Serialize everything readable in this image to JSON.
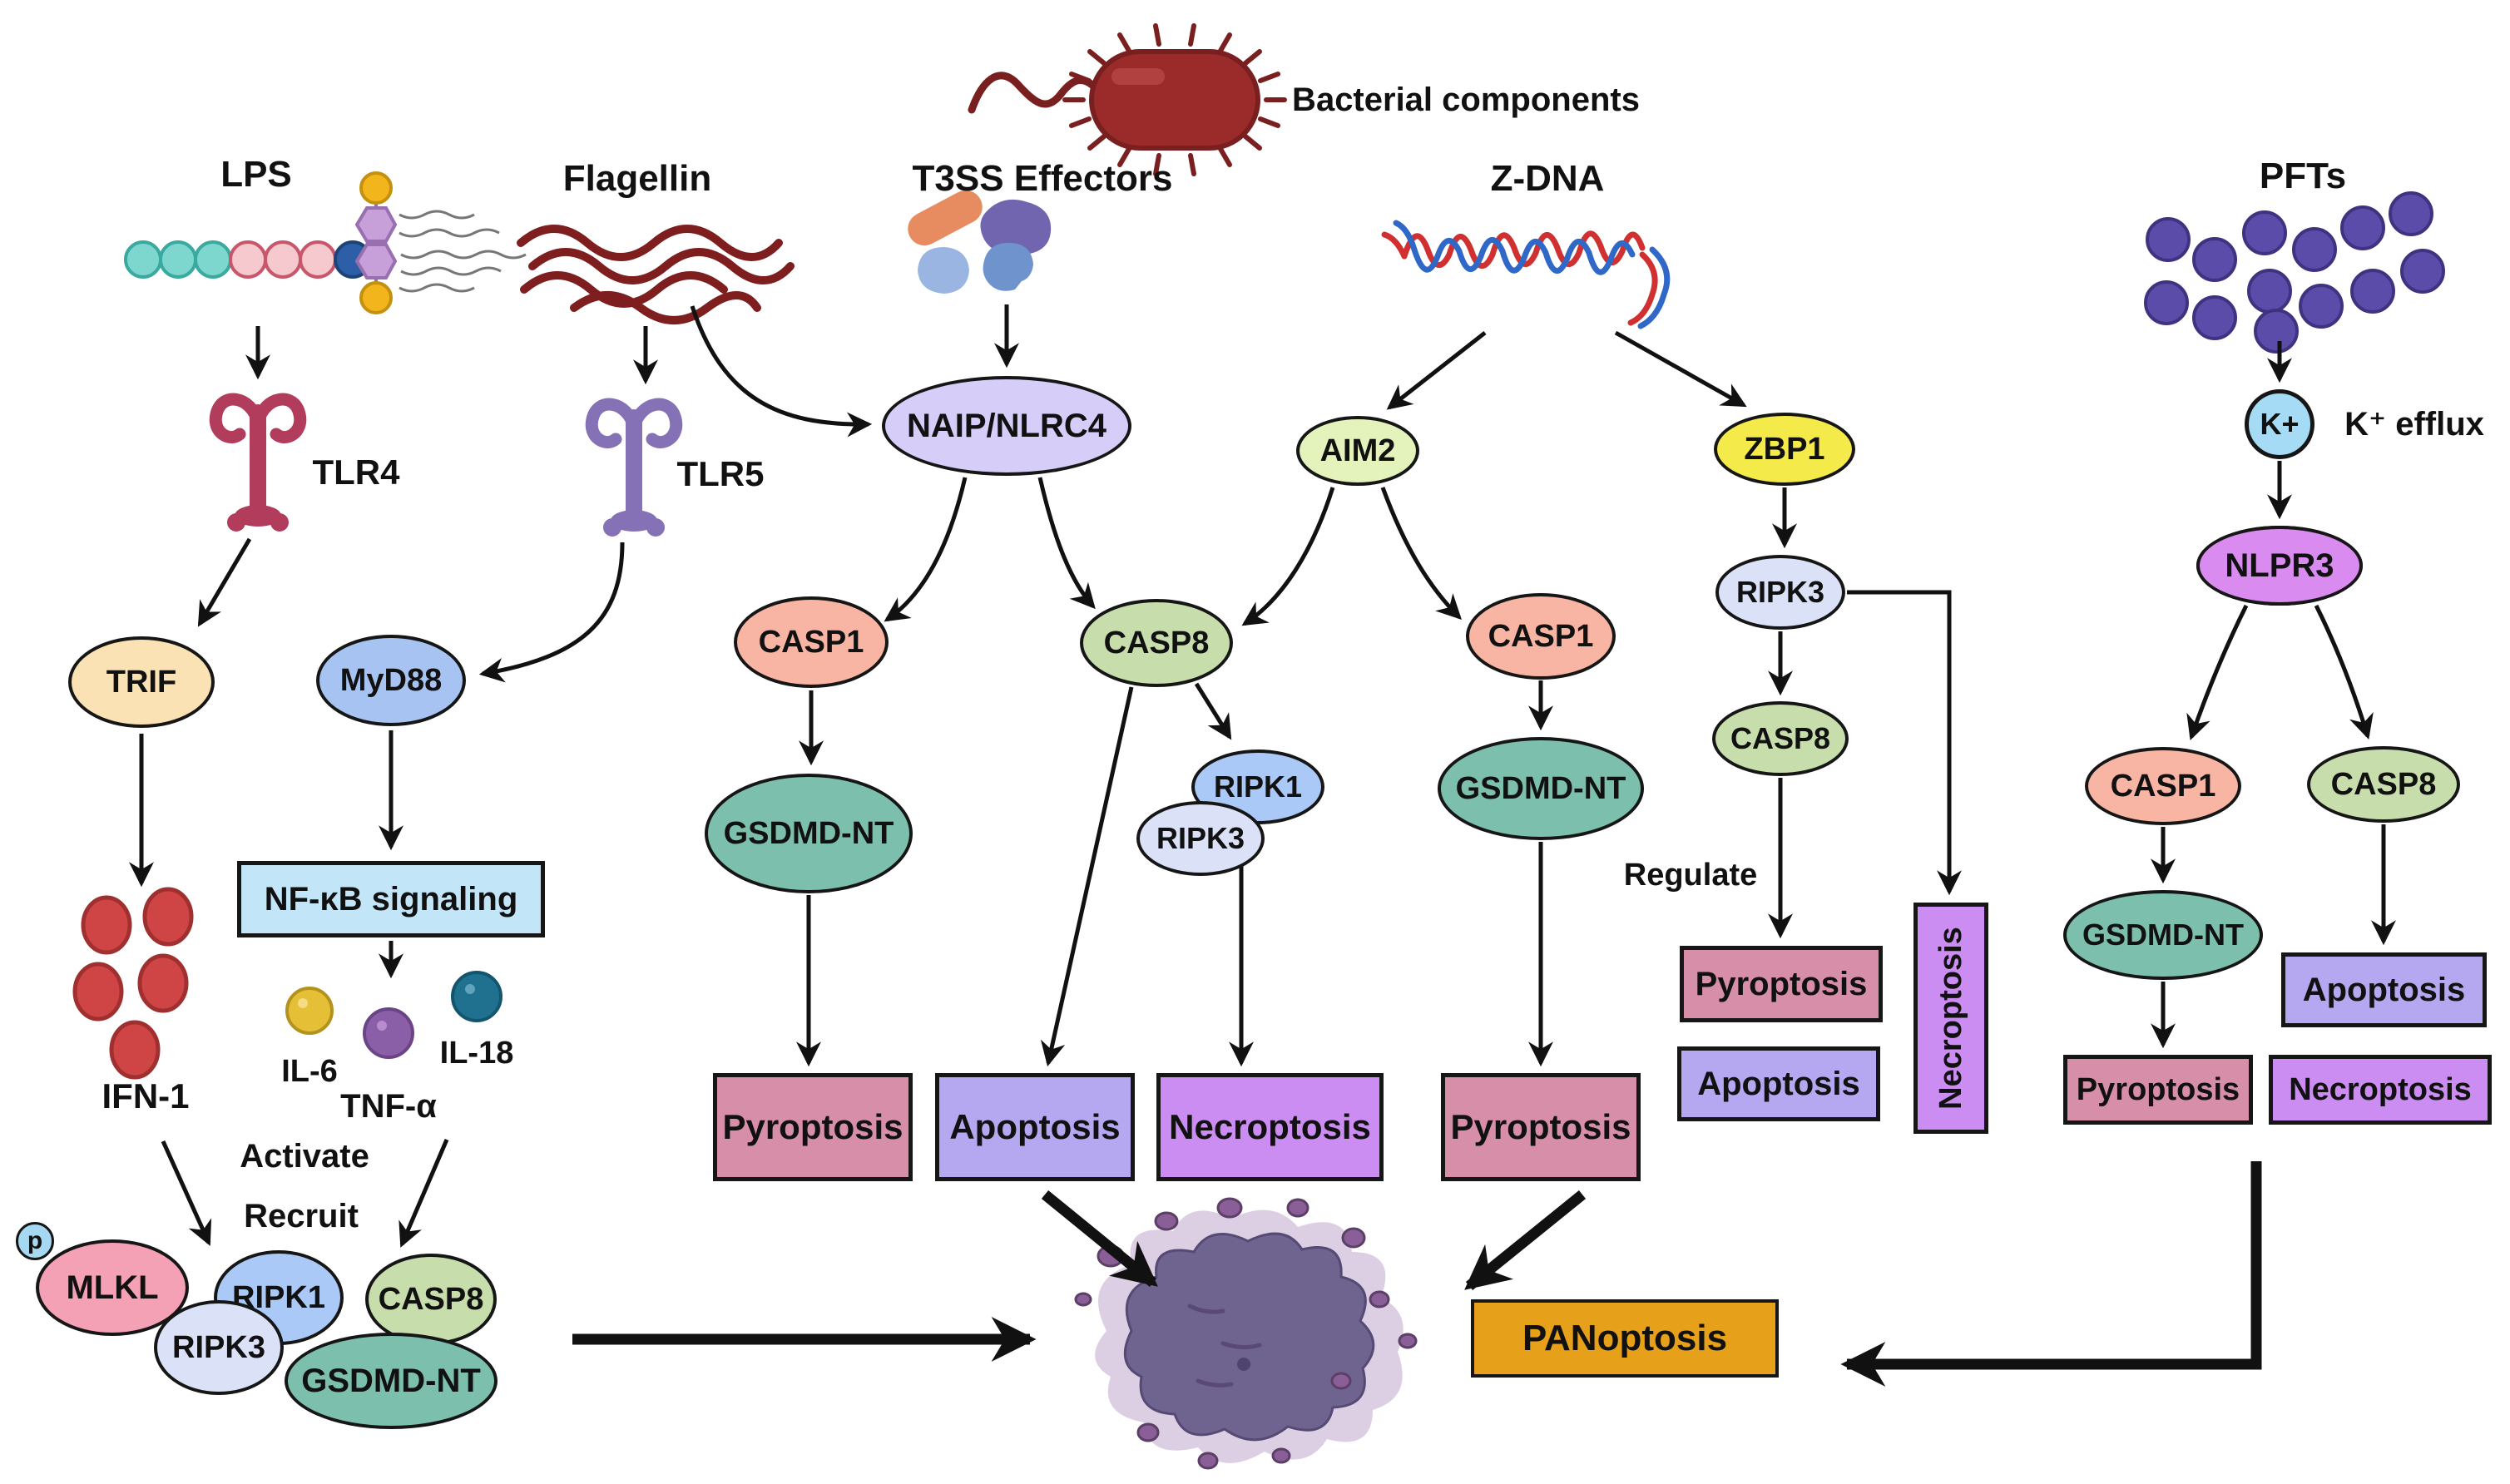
{
  "figure": {
    "bacterial_components": "Bacterial components",
    "stimuli": {
      "lps": "LPS",
      "flagellin": "Flagellin",
      "t3ss_effectors": "T3SS Effectors",
      "z_dna": "Z-DNA",
      "pfts": "PFTs"
    },
    "receptors": {
      "tlr4": "TLR4",
      "tlr5": "TLR5",
      "naip_nlrc4": "NAIP/NLRC4",
      "aim2": "AIM2",
      "zbp1": "ZBP1",
      "nlpr3": "NLPR3"
    },
    "ions": {
      "k_plus": "K+",
      "k_efflux": "K⁺ efflux"
    },
    "adaptors": {
      "trif": "TRIF",
      "myd88": "MyD88",
      "nfkb_signaling": "NF-κB signaling"
    },
    "cytokines": {
      "ifn1": "IFN-1",
      "il6": "IL-6",
      "tnf_alpha": "TNF-α",
      "il18": "IL-18"
    },
    "annotations": {
      "activate": "Activate",
      "recruit": "Recruit",
      "regulate": "Regulate",
      "phospho": "p"
    },
    "proteins": {
      "casp1": "CASP1",
      "casp8": "CASP8",
      "gsdmd_nt": "GSDMD-NT",
      "ripk1": "RIPK1",
      "ripk3": "RIPK3",
      "mlkl": "MLKL"
    },
    "outcomes": {
      "pyroptosis": "Pyroptosis",
      "apoptosis": "Apoptosis",
      "necroptosis": "Necroptosis",
      "panoptosis": "PANoptosis"
    },
    "colors": {
      "casp1_fill": "#F8B5A3",
      "casp8_fill": "#C7DEAC",
      "gsdmd_fill": "#7CBFAD",
      "ripk1_fill": "#ABC9F6",
      "ripk3_fill": "#DBE2F8",
      "mlkl_fill": "#F4A1B6",
      "trif_fill": "#FAE2B4",
      "myd88_fill": "#A6C3F2",
      "nfkb_fill": "#C3E5F8",
      "naip_fill": "#D6CDF8",
      "aim2_fill": "#E4F2BC",
      "zbp1_fill": "#F4EA4A",
      "nlpr3_fill": "#D98BF0",
      "k_fill": "#A5DBF5",
      "p_fill": "#A6D8F2",
      "pyroptosis_fill": "#D78FA9",
      "apoptosis_fill": "#B5A8F0",
      "necroptosis_fill": "#CB8DF1",
      "panoptosis_fill": "#E7A019",
      "bacteria_color": "#9B2B2B",
      "flagellin_color": "#7E1E1E",
      "tlr4_color": "#B23C5C",
      "tlr5_color": "#8571B5",
      "dna_red": "#D03030",
      "dna_blue": "#3068C8",
      "pft_dot": "#5A4CA8",
      "ifn_dot": "#CF4545",
      "il6_dot": "#E5C037",
      "tnf_dot": "#8B5FA8",
      "il18_dot": "#20718F"
    }
  }
}
